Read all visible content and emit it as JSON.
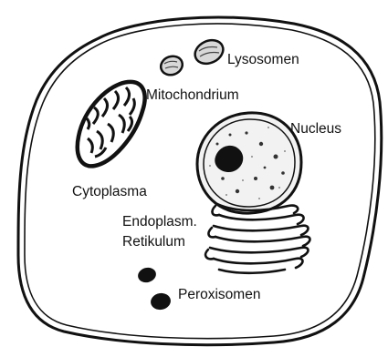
{
  "diagram": {
    "labels": {
      "lysosomen": "Lysosomen",
      "mitochondrium": "Mitochondrium",
      "nucleus": "Nucleus",
      "cytoplasma": "Cytoplasma",
      "endoplasm_line1": "Endoplasm.",
      "endoplasm_line2": "Retikulum",
      "peroxisomen": "Peroxisomen"
    },
    "colors": {
      "ink": "#111111",
      "background": "#ffffff",
      "nucleus_fill": "#f2f2f2"
    }
  }
}
